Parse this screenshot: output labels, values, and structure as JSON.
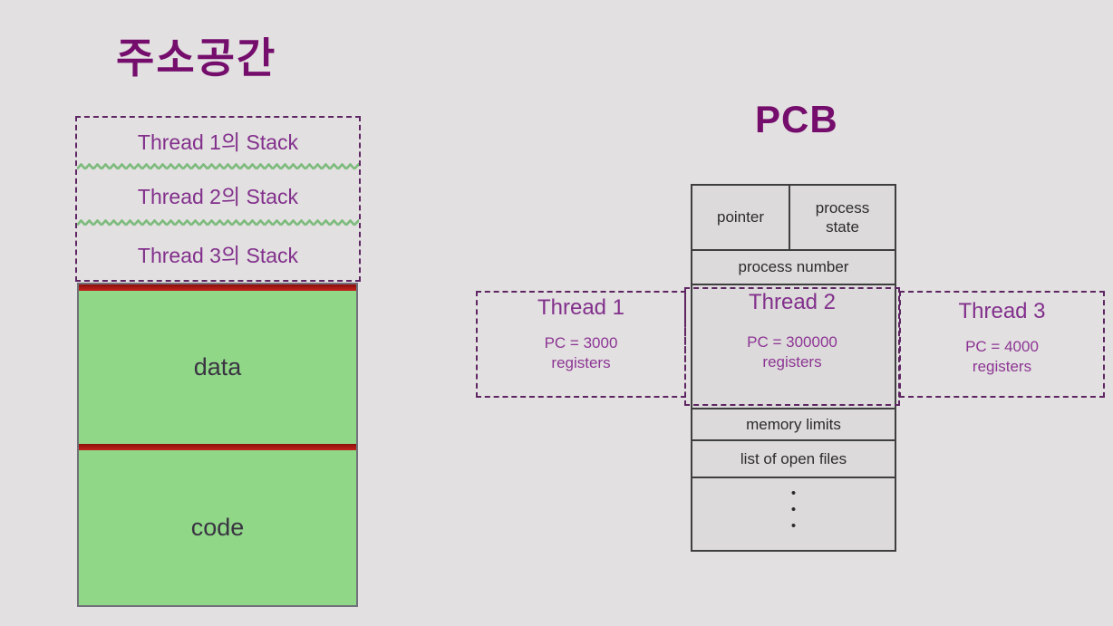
{
  "address_space": {
    "title": "주소공간",
    "stacks": [
      {
        "label": "Thread 1의 Stack"
      },
      {
        "label": "Thread 2의 Stack"
      },
      {
        "label": "Thread 3의 Stack"
      }
    ],
    "data_label": "data",
    "code_label": "code"
  },
  "pcb": {
    "title": "PCB",
    "cells": {
      "pointer": "pointer",
      "process_state": "process state",
      "process_number": "process number",
      "memory_limits": "memory limits",
      "open_files": "list of open files",
      "dot": "•"
    },
    "threads": [
      {
        "name": "Thread 1",
        "pc": "PC = 3000",
        "registers": "registers"
      },
      {
        "name": "Thread 2",
        "pc": "PC = 300000",
        "registers": "registers"
      },
      {
        "name": "Thread 3",
        "pc": "PC = 4000",
        "registers": "registers"
      }
    ]
  },
  "colors": {
    "page_bg": "#e2e0e0",
    "title_purple": "#750d6d",
    "text_purple": "#82308c",
    "dashed_border_purple": "#5e2663",
    "block_green": "#90d788",
    "bar_red": "#a21410",
    "zigzag_green": "#7cbb7c",
    "table_border": "#3f3f3f",
    "table_bg": "#dcdada"
  }
}
